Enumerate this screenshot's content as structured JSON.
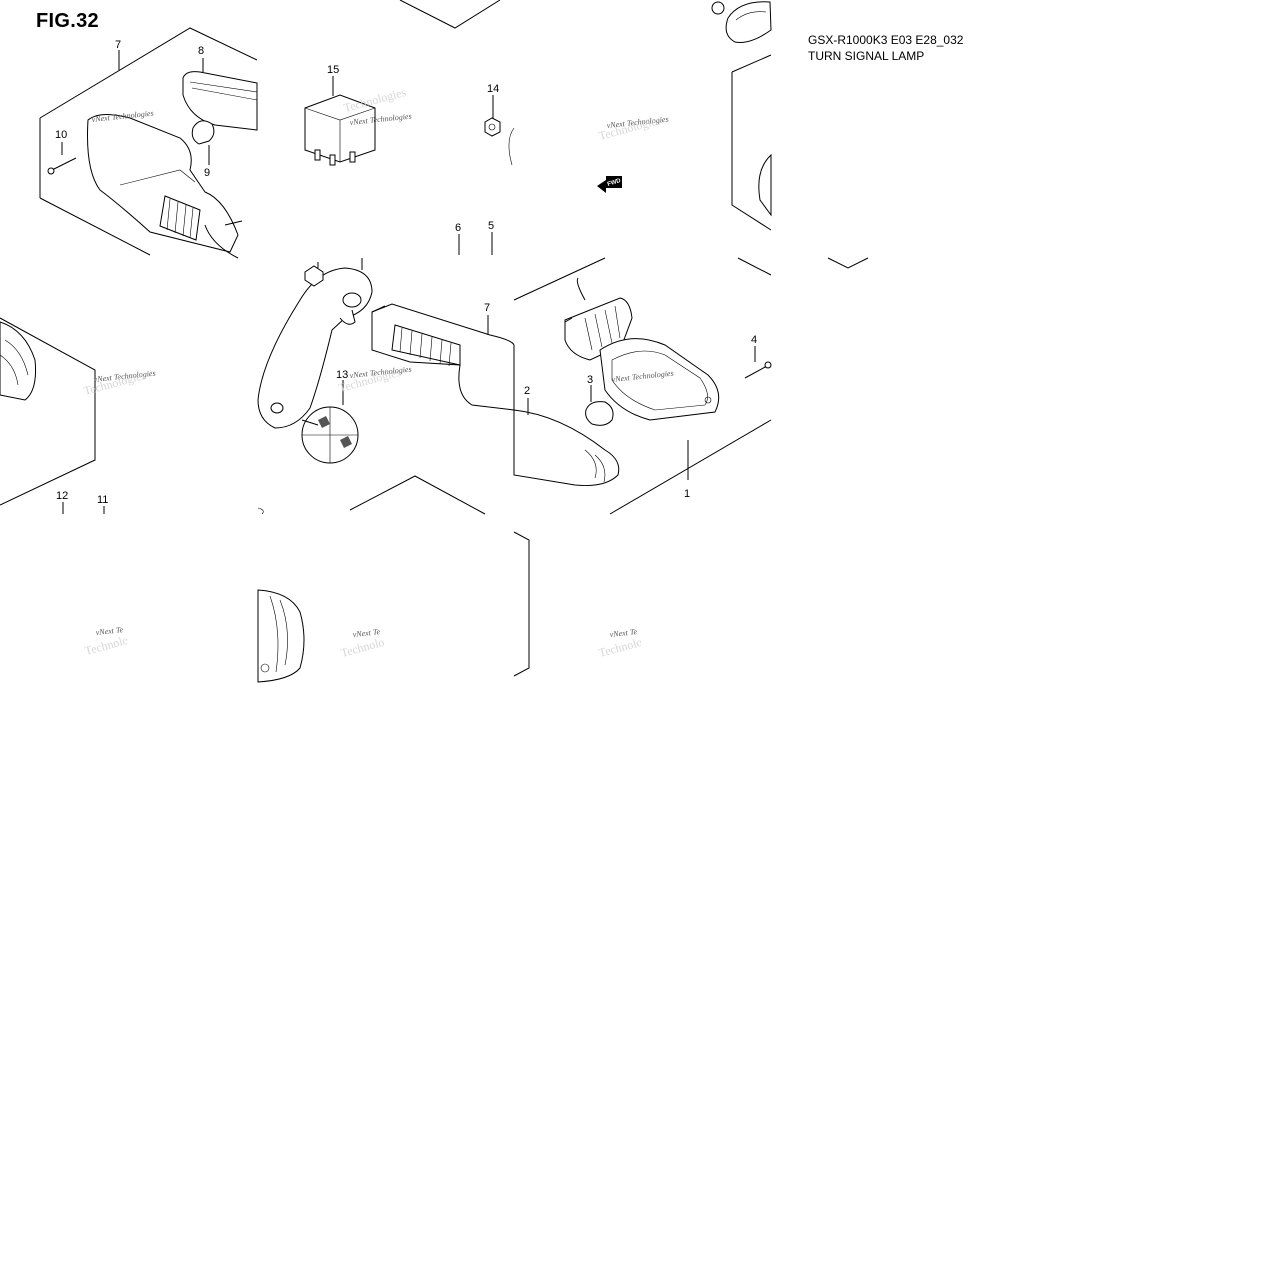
{
  "figure": {
    "title": "FIG.32",
    "code": "GSX-R1000K3 E03 E28_032",
    "name": "TURN SIGNAL LAMP"
  },
  "callouts": {
    "c1": "1",
    "c2": "2",
    "c3": "3",
    "c4": "4",
    "c5": "5",
    "c6": "6",
    "c7a": "7",
    "c7b": "7",
    "c8": "8",
    "c9": "9",
    "c10": "10",
    "c11": "11",
    "c12": "12",
    "c13": "13",
    "c14": "14",
    "c15": "15"
  },
  "watermark": {
    "text": "vNext Technologies",
    "text_short": "vNext Te",
    "ghost": "Technologies"
  },
  "fwd_marker": "FWD"
}
